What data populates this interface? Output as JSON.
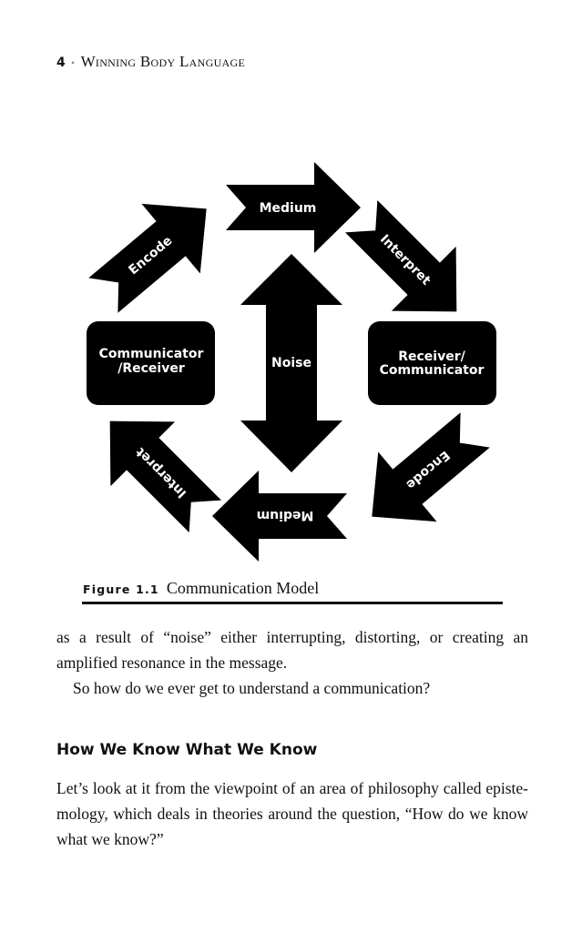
{
  "header": {
    "page_number": "4",
    "separator": "•",
    "book_title": "Winning Body Language"
  },
  "figure": {
    "nodes": {
      "left_box": [
        "Communicator",
        "/Receiver"
      ],
      "right_box": [
        "Receiver/",
        "Communicator"
      ],
      "center": "Noise"
    },
    "arrows": {
      "top_left": "Encode",
      "top": "Medium",
      "top_right": "Interpret",
      "bottom_right": "Encode",
      "bottom": "Medium",
      "bottom_left": "Interpret"
    },
    "caption_label": "Figure 1.1",
    "caption_text": "Communication Model"
  },
  "body": {
    "para1": "as a result of “noise” either interrupting, distorting, or creating an amplified resonance in the message.",
    "para2": "So how do we ever get to understand a communication?",
    "heading": "How We Know What We Know",
    "para3": "Let’s look at it from the viewpoint of an area of philosophy called episte­mology, which deals in theories around the question, “How do we know what we know?”"
  }
}
